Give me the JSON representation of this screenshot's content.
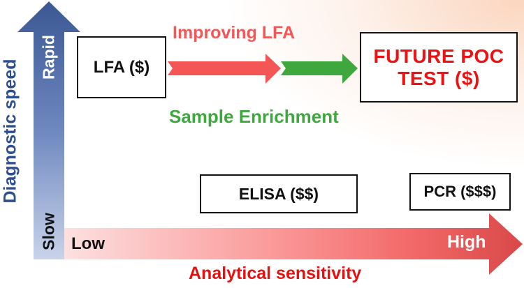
{
  "axes": {
    "vertical": {
      "title": "Diagnostic speed",
      "top_label": "Rapid",
      "bottom_label": "Slow"
    },
    "horizontal": {
      "title": "Analytical sensitivity",
      "left_label": "Low",
      "right_label": "High"
    }
  },
  "boxes": {
    "lfa": "LFA ($)",
    "future_poc_line1": "FUTURE POC",
    "future_poc_line2": "TEST ($)",
    "elisa": "ELISA ($$)",
    "pcr": "PCR ($$$)"
  },
  "pathway": {
    "improving_lfa": "Improving LFA",
    "sample_enrichment": "Sample Enrichment"
  },
  "colors": {
    "speed_axis": "#2e4f8f",
    "sensitivity_axis": "#e31212",
    "improving_arrow": "#f45555",
    "enrichment_arrow": "#3ea83e",
    "future_text": "#ee1111"
  }
}
